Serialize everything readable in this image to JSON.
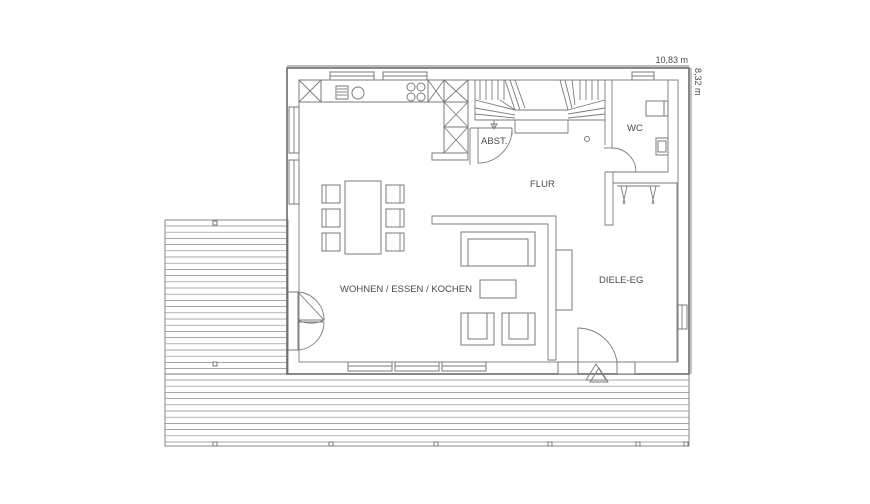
{
  "dimensions": {
    "width_label": "10,83 m",
    "depth_label": "8,32 m"
  },
  "rooms": {
    "wohnen": "WOHNEN / ESSEN / KOCHEN",
    "flur": "FLUR",
    "diele": "DIELE-EG",
    "wc": "WC",
    "abst": "ABST."
  }
}
